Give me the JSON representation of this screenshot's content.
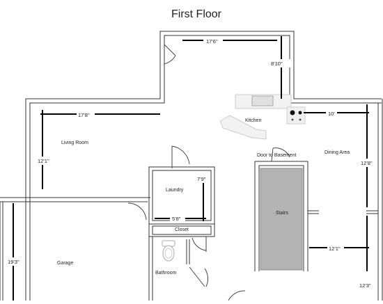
{
  "title": "First Floor",
  "rooms": {
    "kitchen": "Kitchen",
    "living_room": "Living Room",
    "dining_area": "Dining Area",
    "laundry": "Laundry",
    "closet": "Closet",
    "stairs": "Stairs",
    "garage": "Garage",
    "bathroom": "Bathroom",
    "door_to_basement": "Door to Basement"
  },
  "dimensions": {
    "upper_width": "17'6\"",
    "upper_depth": "8'10\"",
    "living_width": "17'8\"",
    "living_depth": "12'1\"",
    "dining_width": "10'",
    "dining_depth": "12'8\"",
    "laundry_depth": "7'9\"",
    "laundry_width": "5'8\"",
    "stairs_width": "12'1\"",
    "garage_depth": "19'3\"",
    "lower_right_depth": "12'3\""
  }
}
